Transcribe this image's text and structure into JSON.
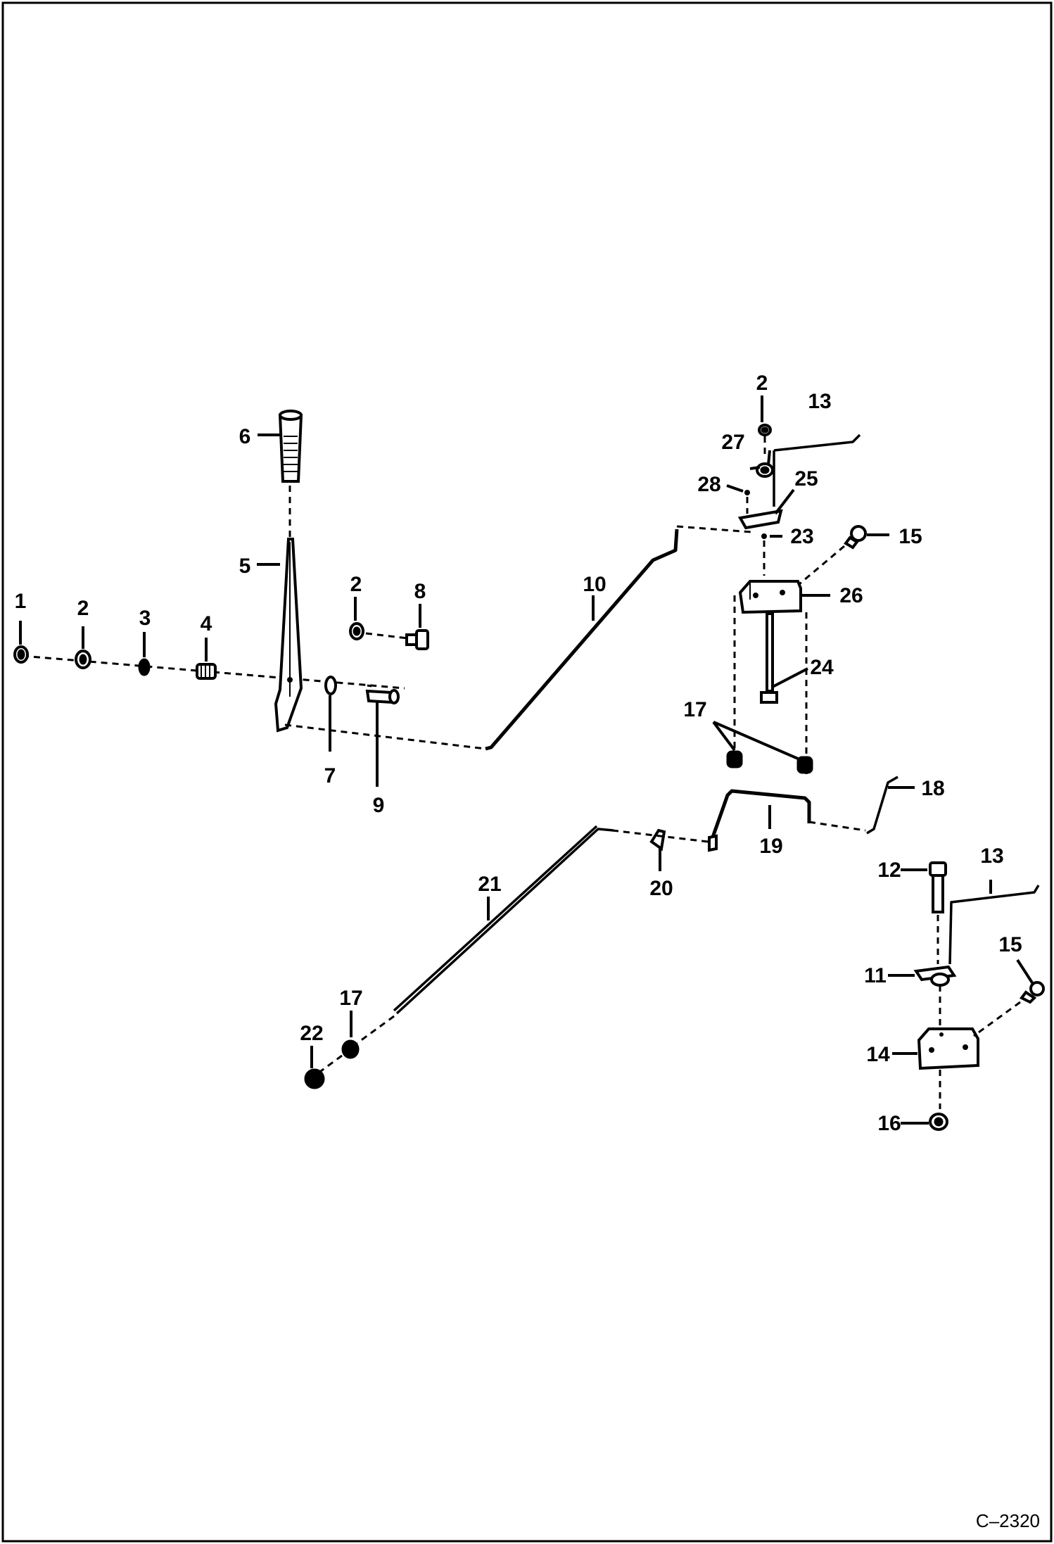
{
  "callouts": {
    "c1": "1",
    "c2a": "2",
    "c3": "3",
    "c4": "4",
    "c5": "5",
    "c6": "6",
    "c2b": "2",
    "c8": "8",
    "c7": "7",
    "c9": "9",
    "c10": "10",
    "c2c": "2",
    "c13a": "13",
    "c27": "27",
    "c28": "28",
    "c25": "25",
    "c23": "23",
    "c15a": "15",
    "c26": "26",
    "c24": "24",
    "c17a": "17",
    "c18": "18",
    "c19": "19",
    "c20": "20",
    "c21": "21",
    "c12": "12",
    "c13b": "13",
    "c15b": "15",
    "c11": "11",
    "c14": "14",
    "c16": "16",
    "c17b": "17",
    "c22": "22"
  },
  "drawing_number": "C–2320",
  "colors": {
    "ink": "#000000",
    "paper": "#ffffff"
  }
}
